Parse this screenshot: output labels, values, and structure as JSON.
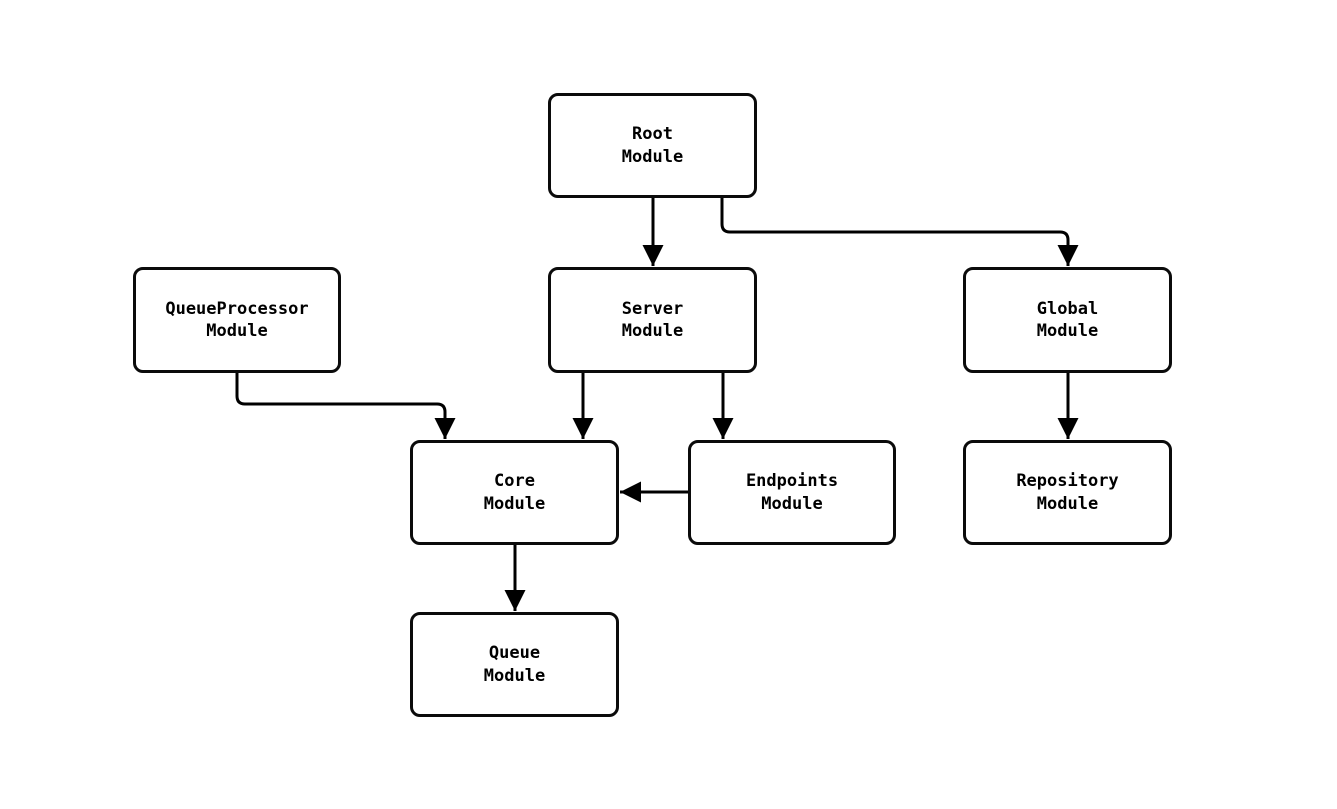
{
  "diagram": {
    "type": "flowchart",
    "background_color": "#ffffff",
    "node_fill_color": "#ffffff",
    "node_border_color": "#000000",
    "edge_color": "#000000",
    "text_color": "#000000",
    "nodes": [
      {
        "id": "root",
        "label": "Root\nModule"
      },
      {
        "id": "queueprocessor",
        "label": "QueueProcessor\nModule"
      },
      {
        "id": "server",
        "label": "Server\nModule"
      },
      {
        "id": "global",
        "label": "Global\nModule"
      },
      {
        "id": "core",
        "label": "Core\nModule"
      },
      {
        "id": "endpoints",
        "label": "Endpoints\nModule"
      },
      {
        "id": "repository",
        "label": "Repository\nModule"
      },
      {
        "id": "queue",
        "label": "Queue\nModule"
      }
    ],
    "edges": [
      {
        "from": "Root Module",
        "to": "Server Module"
      },
      {
        "from": "Root Module",
        "to": "Global Module"
      },
      {
        "from": "QueueProcessor Module",
        "to": "Core Module"
      },
      {
        "from": "Server Module",
        "to": "Core Module"
      },
      {
        "from": "Server Module",
        "to": "Endpoints Module"
      },
      {
        "from": "Endpoints Module",
        "to": "Core Module"
      },
      {
        "from": "Global Module",
        "to": "Repository Module"
      },
      {
        "from": "Core Module",
        "to": "Queue Module"
      }
    ]
  }
}
